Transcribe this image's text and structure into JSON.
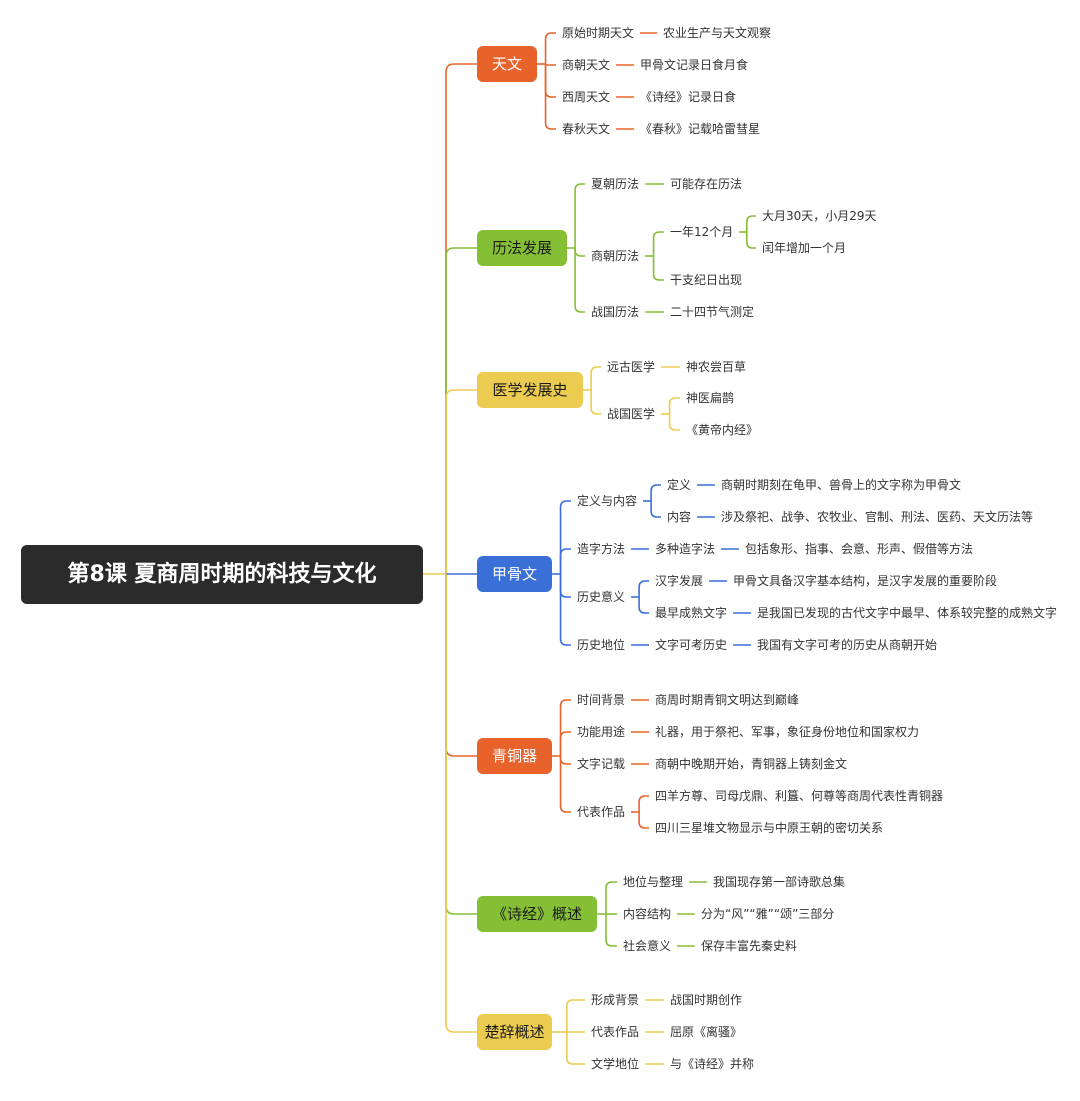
{
  "colors": {
    "orange": "#e8632c",
    "green": "#85bf36",
    "yellow": "#ebcb50",
    "blue": "#3a6fd8",
    "root_bg": "#2b2b2b"
  },
  "root": {
    "title": "第8课 夏商周时期的科技与文化"
  },
  "branches": [
    {
      "label": "天文",
      "color": "orange",
      "text_color": "#ffffff",
      "children": [
        {
          "label": "原始时期天文",
          "children": [
            {
              "label": "农业生产与天文观察"
            }
          ]
        },
        {
          "label": "商朝天文",
          "children": [
            {
              "label": "甲骨文记录日食月食"
            }
          ]
        },
        {
          "label": "西周天文",
          "children": [
            {
              "label": "《诗经》记录日食"
            }
          ]
        },
        {
          "label": "春秋天文",
          "children": [
            {
              "label": "《春秋》记载哈雷彗星"
            }
          ]
        }
      ]
    },
    {
      "label": "历法发展",
      "color": "green",
      "text_color": "#1a1a1a",
      "children": [
        {
          "label": "夏朝历法",
          "children": [
            {
              "label": "可能存在历法"
            }
          ]
        },
        {
          "label": "商朝历法",
          "children": [
            {
              "label": "一年12个月",
              "children": [
                {
                  "label": "大月30天，小月29天"
                },
                {
                  "label": "闰年增加一个月"
                }
              ]
            },
            {
              "label": "干支纪日出现"
            }
          ]
        },
        {
          "label": "战国历法",
          "children": [
            {
              "label": "二十四节气测定"
            }
          ]
        }
      ]
    },
    {
      "label": "医学发展史",
      "color": "yellow",
      "text_color": "#1a1a1a",
      "children": [
        {
          "label": "远古医学",
          "children": [
            {
              "label": "神农尝百草"
            }
          ]
        },
        {
          "label": "战国医学",
          "children": [
            {
              "label": "神医扁鹊"
            },
            {
              "label": "《黄帝内经》"
            }
          ]
        }
      ]
    },
    {
      "label": "甲骨文",
      "color": "blue",
      "text_color": "#ffffff",
      "children": [
        {
          "label": "定义与内容",
          "children": [
            {
              "label": "定义",
              "children": [
                {
                  "label": "商朝时期刻在龟甲、兽骨上的文字称为甲骨文"
                }
              ]
            },
            {
              "label": "内容",
              "children": [
                {
                  "label": "涉及祭祀、战争、农牧业、官制、刑法、医药、天文历法等"
                }
              ]
            }
          ]
        },
        {
          "label": "造字方法",
          "children": [
            {
              "label": "多种造字法",
              "children": [
                {
                  "label": "包括象形、指事、会意、形声、假借等方法"
                }
              ]
            }
          ]
        },
        {
          "label": "历史意义",
          "children": [
            {
              "label": "汉字发展",
              "children": [
                {
                  "label": "甲骨文具备汉字基本结构，是汉字发展的重要阶段"
                }
              ]
            },
            {
              "label": "最早成熟文字",
              "children": [
                {
                  "label": "是我国已发现的古代文字中最早、体系较完整的成熟文字"
                }
              ]
            }
          ]
        },
        {
          "label": "历史地位",
          "children": [
            {
              "label": "文字可考历史",
              "children": [
                {
                  "label": "我国有文字可考的历史从商朝开始"
                }
              ]
            }
          ]
        }
      ]
    },
    {
      "label": "青铜器",
      "color": "orange",
      "text_color": "#ffffff",
      "children": [
        {
          "label": "时间背景",
          "children": [
            {
              "label": "商周时期青铜文明达到巅峰"
            }
          ]
        },
        {
          "label": "功能用途",
          "children": [
            {
              "label": "礼器，用于祭祀、军事，象征身份地位和国家权力"
            }
          ]
        },
        {
          "label": "文字记载",
          "children": [
            {
              "label": "商朝中晚期开始，青铜器上铸刻金文"
            }
          ]
        },
        {
          "label": "代表作品",
          "children": [
            {
              "label": "四羊方尊、司母戊鼎、利簋、何尊等商周代表性青铜器"
            },
            {
              "label": "四川三星堆文物显示与中原王朝的密切关系"
            }
          ]
        }
      ]
    },
    {
      "label": "《诗经》概述",
      "color": "green",
      "text_color": "#1a1a1a",
      "children": [
        {
          "label": "地位与整理",
          "children": [
            {
              "label": "我国现存第一部诗歌总集"
            }
          ]
        },
        {
          "label": "内容结构",
          "children": [
            {
              "label": "分为“风”“雅”“颂”三部分"
            }
          ]
        },
        {
          "label": "社会意义",
          "children": [
            {
              "label": "保存丰富先秦史料"
            }
          ]
        }
      ]
    },
    {
      "label": "楚辞概述",
      "color": "yellow",
      "text_color": "#1a1a1a",
      "children": [
        {
          "label": "形成背景",
          "children": [
            {
              "label": "战国时期创作"
            }
          ]
        },
        {
          "label": "代表作品",
          "children": [
            {
              "label": "屈原《离骚》"
            }
          ]
        },
        {
          "label": "文学地位",
          "children": [
            {
              "label": "与《诗经》并称"
            }
          ]
        }
      ]
    }
  ]
}
